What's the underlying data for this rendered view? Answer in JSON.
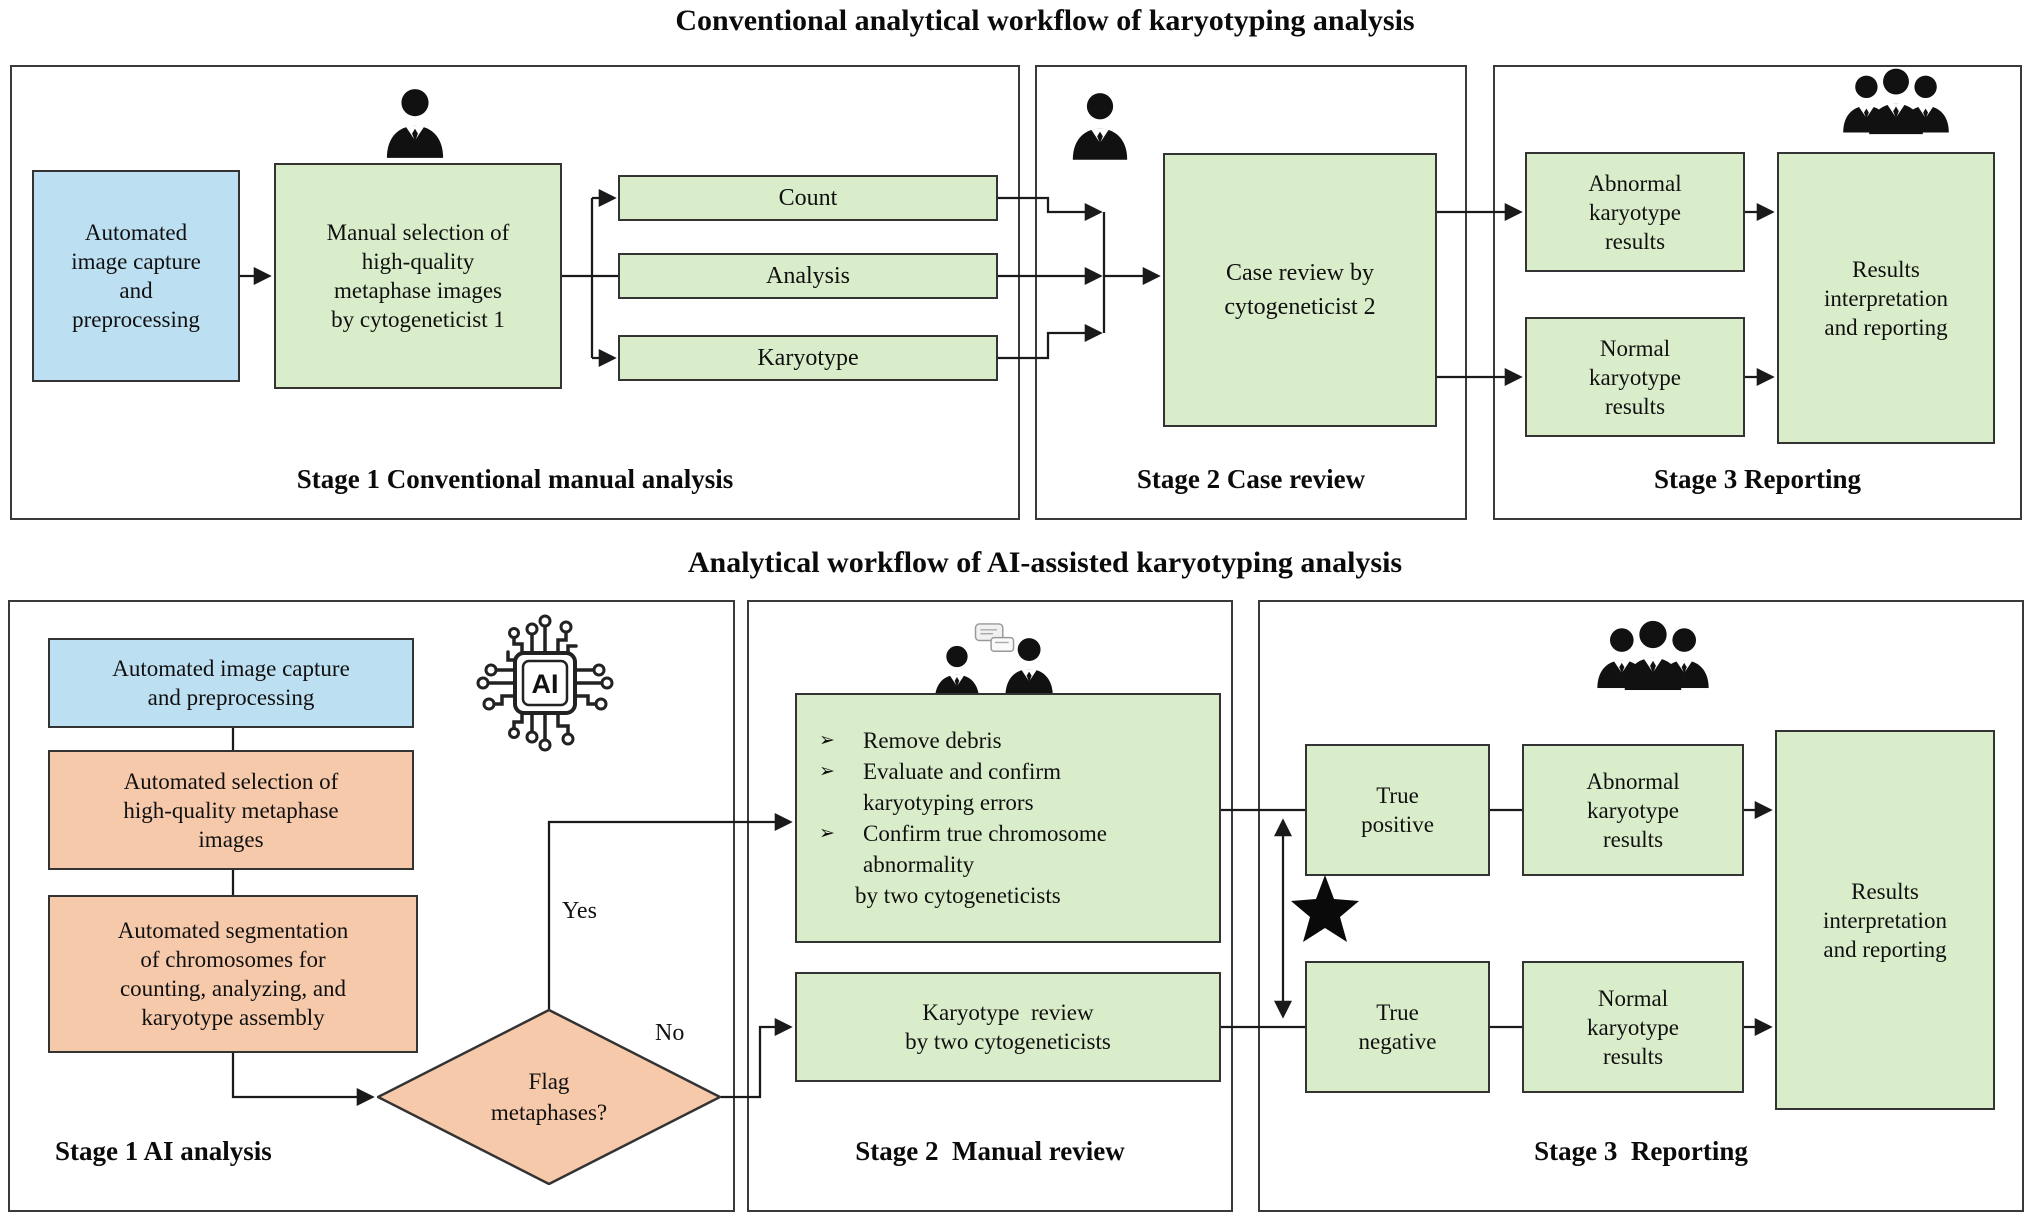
{
  "titles": {
    "conventional": "Conventional analytical workflow of karyotyping analysis",
    "ai": "Analytical workflow of AI-assisted karyotyping analysis"
  },
  "colors": {
    "blue_box": "#bddff2",
    "green_box": "#d9edca",
    "orange_box": "#f6c9aa",
    "line": "#1a1a1a",
    "box_border": "#333333",
    "panel_border": "#3a3a3a"
  },
  "icons": {
    "cytogeneticist": "businessman-bust",
    "review_team": "three-businessmen",
    "discussion": "two-businessmen-chat",
    "ai_chip": "ai-processor-chip",
    "star": "★",
    "bullet": "➢"
  },
  "conventional": {
    "stage1": {
      "label": "Stage 1 Conventional manual analysis",
      "capture": {
        "lines": [
          "Automated",
          "image capture",
          "and",
          "preprocessing"
        ]
      },
      "selection": {
        "lines": [
          "Manual selection of",
          "high-quality",
          "metaphase images",
          "by cytogeneticist 1"
        ]
      },
      "bars": [
        "Count",
        "Analysis",
        "Karyotype"
      ]
    },
    "stage2": {
      "label": "Stage 2 Case review",
      "case_review": {
        "lines": [
          "Case review by",
          "cytogeneticist 2"
        ]
      }
    },
    "stage3": {
      "label": "Stage 3 Reporting",
      "abnormal": {
        "lines": [
          "Abnormal",
          "karyotype",
          "results"
        ]
      },
      "normal": {
        "lines": [
          "Normal",
          "karyotype",
          "results"
        ]
      },
      "results": {
        "lines": [
          "Results",
          "interpretation",
          "and reporting"
        ]
      }
    }
  },
  "ai": {
    "stage1": {
      "label": "Stage 1 AI analysis",
      "chip_label": "AI",
      "capture": {
        "lines": [
          "Automated image capture",
          "and preprocessing"
        ]
      },
      "selection": {
        "lines": [
          "Automated selection of",
          "high-quality metaphase",
          "images"
        ]
      },
      "segmentation": {
        "lines": [
          "Automated segmentation",
          "of chromosomes for",
          "counting, analyzing, and",
          "karyotype assembly"
        ]
      },
      "decision": {
        "lines": [
          "Flag",
          "metaphases?"
        ],
        "yes": "Yes",
        "no": "No"
      }
    },
    "stage2": {
      "label": "Stage 2  Manual review",
      "review": {
        "bullet": "➢",
        "rows": [
          {
            "text": "Remove debris"
          },
          {
            "text": "Evaluate and confirm"
          },
          {
            "text": "karyotyping errors"
          },
          {
            "text": "Confirm true chromosome"
          },
          {
            "text": "abnormality"
          },
          {
            "text": "by two cytogeneticists"
          }
        ]
      },
      "karyotype_review": {
        "lines": [
          "Karyotype  review",
          "by two cytogeneticists"
        ]
      }
    },
    "stage3": {
      "label": "Stage 3  Reporting",
      "true_positive": {
        "lines": [
          "True",
          "positive"
        ]
      },
      "true_negative": {
        "lines": [
          "True",
          "negative"
        ]
      },
      "abnormal": {
        "lines": [
          "Abnormal",
          "karyotype",
          "results"
        ]
      },
      "normal": {
        "lines": [
          "Normal",
          "karyotype",
          "results"
        ]
      },
      "results": {
        "lines": [
          "Results",
          "interpretation",
          "and reporting"
        ]
      }
    }
  }
}
